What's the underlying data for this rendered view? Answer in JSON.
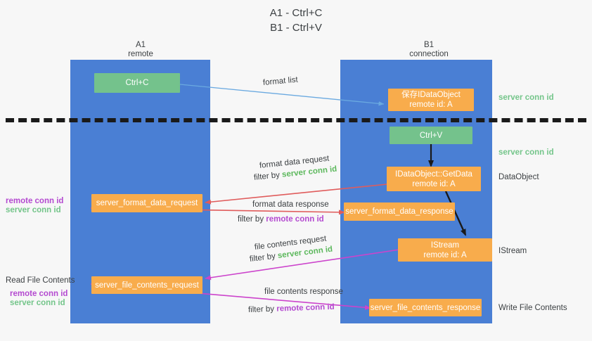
{
  "title": {
    "line1": "A1 - Ctrl+C",
    "line2": "B1 - Ctrl+V"
  },
  "colors": {
    "lane": "#4a7fd4",
    "green_box": "#74c28c",
    "orange_box": "#f8ac4c",
    "server_conn_id": "#5cb85c",
    "remote_conn_id": "#b44ad0",
    "arrow_blue": "#6aa9e0",
    "arrow_red": "#e05c5c",
    "arrow_magenta": "#cc44cc",
    "arrow_black": "#1a1a1a",
    "background": "#f7f7f7"
  },
  "lanes": [
    {
      "id": "a1",
      "title": "A1",
      "subtitle": "remote"
    },
    {
      "id": "b1",
      "title": "B1",
      "subtitle": "connection"
    }
  ],
  "nodes": [
    {
      "id": "ctrl-c",
      "line1": "Ctrl+C",
      "line2": "",
      "color": "green"
    },
    {
      "id": "save-idataobject",
      "line1": "保存IDataObject",
      "line2": "remote id: A",
      "color": "orange"
    },
    {
      "id": "ctrl-v",
      "line1": "Ctrl+V",
      "line2": "",
      "color": "green"
    },
    {
      "id": "idataobject-getdata",
      "line1": "IDataObject::GetData",
      "line2": "remote id: A",
      "color": "orange"
    },
    {
      "id": "server-format-data-request",
      "line1": "server_format_data_request",
      "line2": "",
      "color": "orange"
    },
    {
      "id": "server-format-data-response",
      "line1": "server_format_data_response",
      "line2": "",
      "color": "orange"
    },
    {
      "id": "istream",
      "line1": "IStream",
      "line2": "remote id: A",
      "color": "orange"
    },
    {
      "id": "server-file-contents-request",
      "line1": "server_file_contents_request",
      "line2": "",
      "color": "orange"
    },
    {
      "id": "server-file-contents-response",
      "line1": "server_file_contents_response",
      "line2": "",
      "color": "orange"
    }
  ],
  "arrow_labels": {
    "format_list": "format list",
    "format_data_request": "format data request",
    "format_data_request_filter_prefix": "filter by ",
    "format_data_request_filter_key": "server conn id",
    "format_data_response": "format data response",
    "format_data_response_filter_prefix": "filter by ",
    "format_data_response_filter_key": "remote conn id",
    "file_contents_request": "file contents request",
    "file_contents_request_filter_prefix": "filter by ",
    "file_contents_request_filter_key": "server conn id",
    "file_contents_response": "file contents response",
    "file_contents_response_filter_prefix": "filter by ",
    "file_contents_response_filter_key": "remote conn id"
  },
  "right_annotations": [
    {
      "id": "server-conn-id-top",
      "text": "server conn id",
      "style": "green"
    },
    {
      "id": "server-conn-id-second",
      "text": "server conn id",
      "style": "green"
    },
    {
      "id": "dataobject",
      "text": "DataObject",
      "style": "black"
    },
    {
      "id": "istream-label",
      "text": "IStream",
      "style": "black"
    },
    {
      "id": "write-file-contents",
      "text": "Write File Contents",
      "style": "black"
    }
  ],
  "left_annotations": [
    {
      "id": "left-conn-ids-upper-remote",
      "text": "remote conn id",
      "style": "magenta"
    },
    {
      "id": "left-conn-ids-upper-server",
      "text": "server conn id",
      "style": "green"
    },
    {
      "id": "read-file-contents",
      "text": "Read File Contents",
      "style": "black"
    },
    {
      "id": "left-conn-ids-lower-remote",
      "text": "remote conn id",
      "style": "magenta"
    },
    {
      "id": "left-conn-ids-lower-server",
      "text": "server conn id",
      "style": "green"
    }
  ]
}
